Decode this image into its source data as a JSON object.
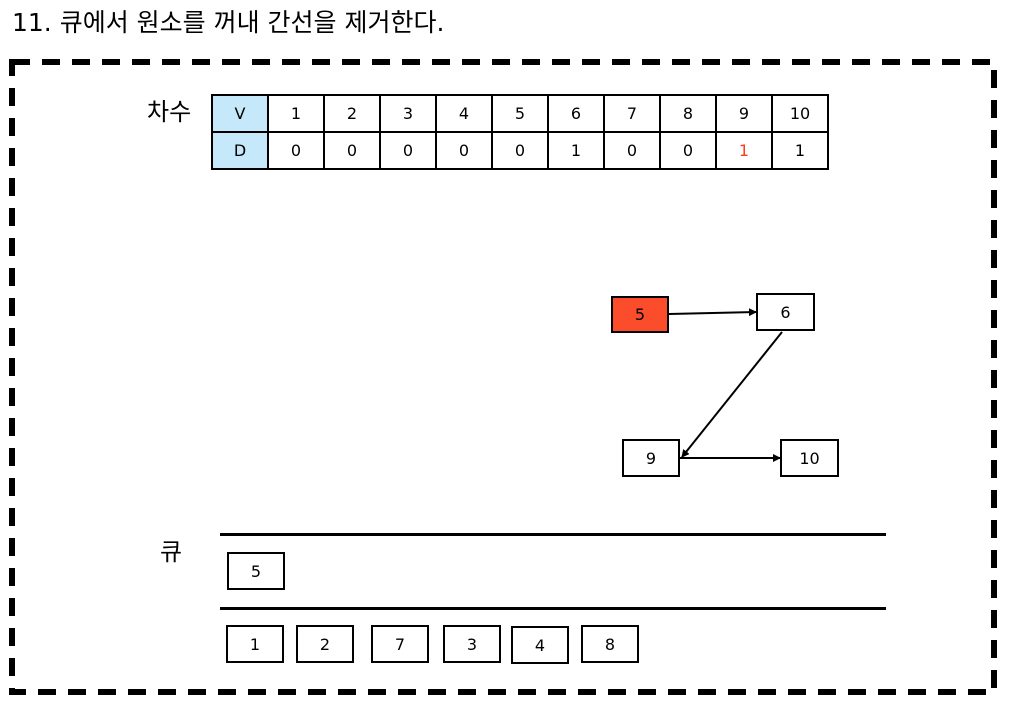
{
  "title": "11. 큐에서 원소를 꺼내 간선을 제거한다.",
  "degree": {
    "label": "차수",
    "row_v_header": "V",
    "row_d_header": "D",
    "vertices": [
      "1",
      "2",
      "3",
      "4",
      "5",
      "6",
      "7",
      "8",
      "9",
      "10"
    ],
    "degrees": [
      "0",
      "0",
      "0",
      "0",
      "0",
      "1",
      "0",
      "0",
      "1",
      "1"
    ],
    "highlight_color": "#ff3b1f",
    "header_color": "#c5e8fb"
  },
  "graph": {
    "nodes": {
      "n5": {
        "label": "5",
        "fill": "#fb4d2b"
      },
      "n6": {
        "label": "6"
      },
      "n9": {
        "label": "9"
      },
      "n10": {
        "label": "10"
      }
    },
    "edges": [
      [
        "5",
        "6"
      ],
      [
        "6",
        "9"
      ],
      [
        "9",
        "10"
      ]
    ]
  },
  "queue": {
    "label": "큐",
    "items": [
      "5"
    ]
  },
  "output": {
    "items": [
      "1",
      "2",
      "7",
      "3",
      "4",
      "8"
    ]
  }
}
